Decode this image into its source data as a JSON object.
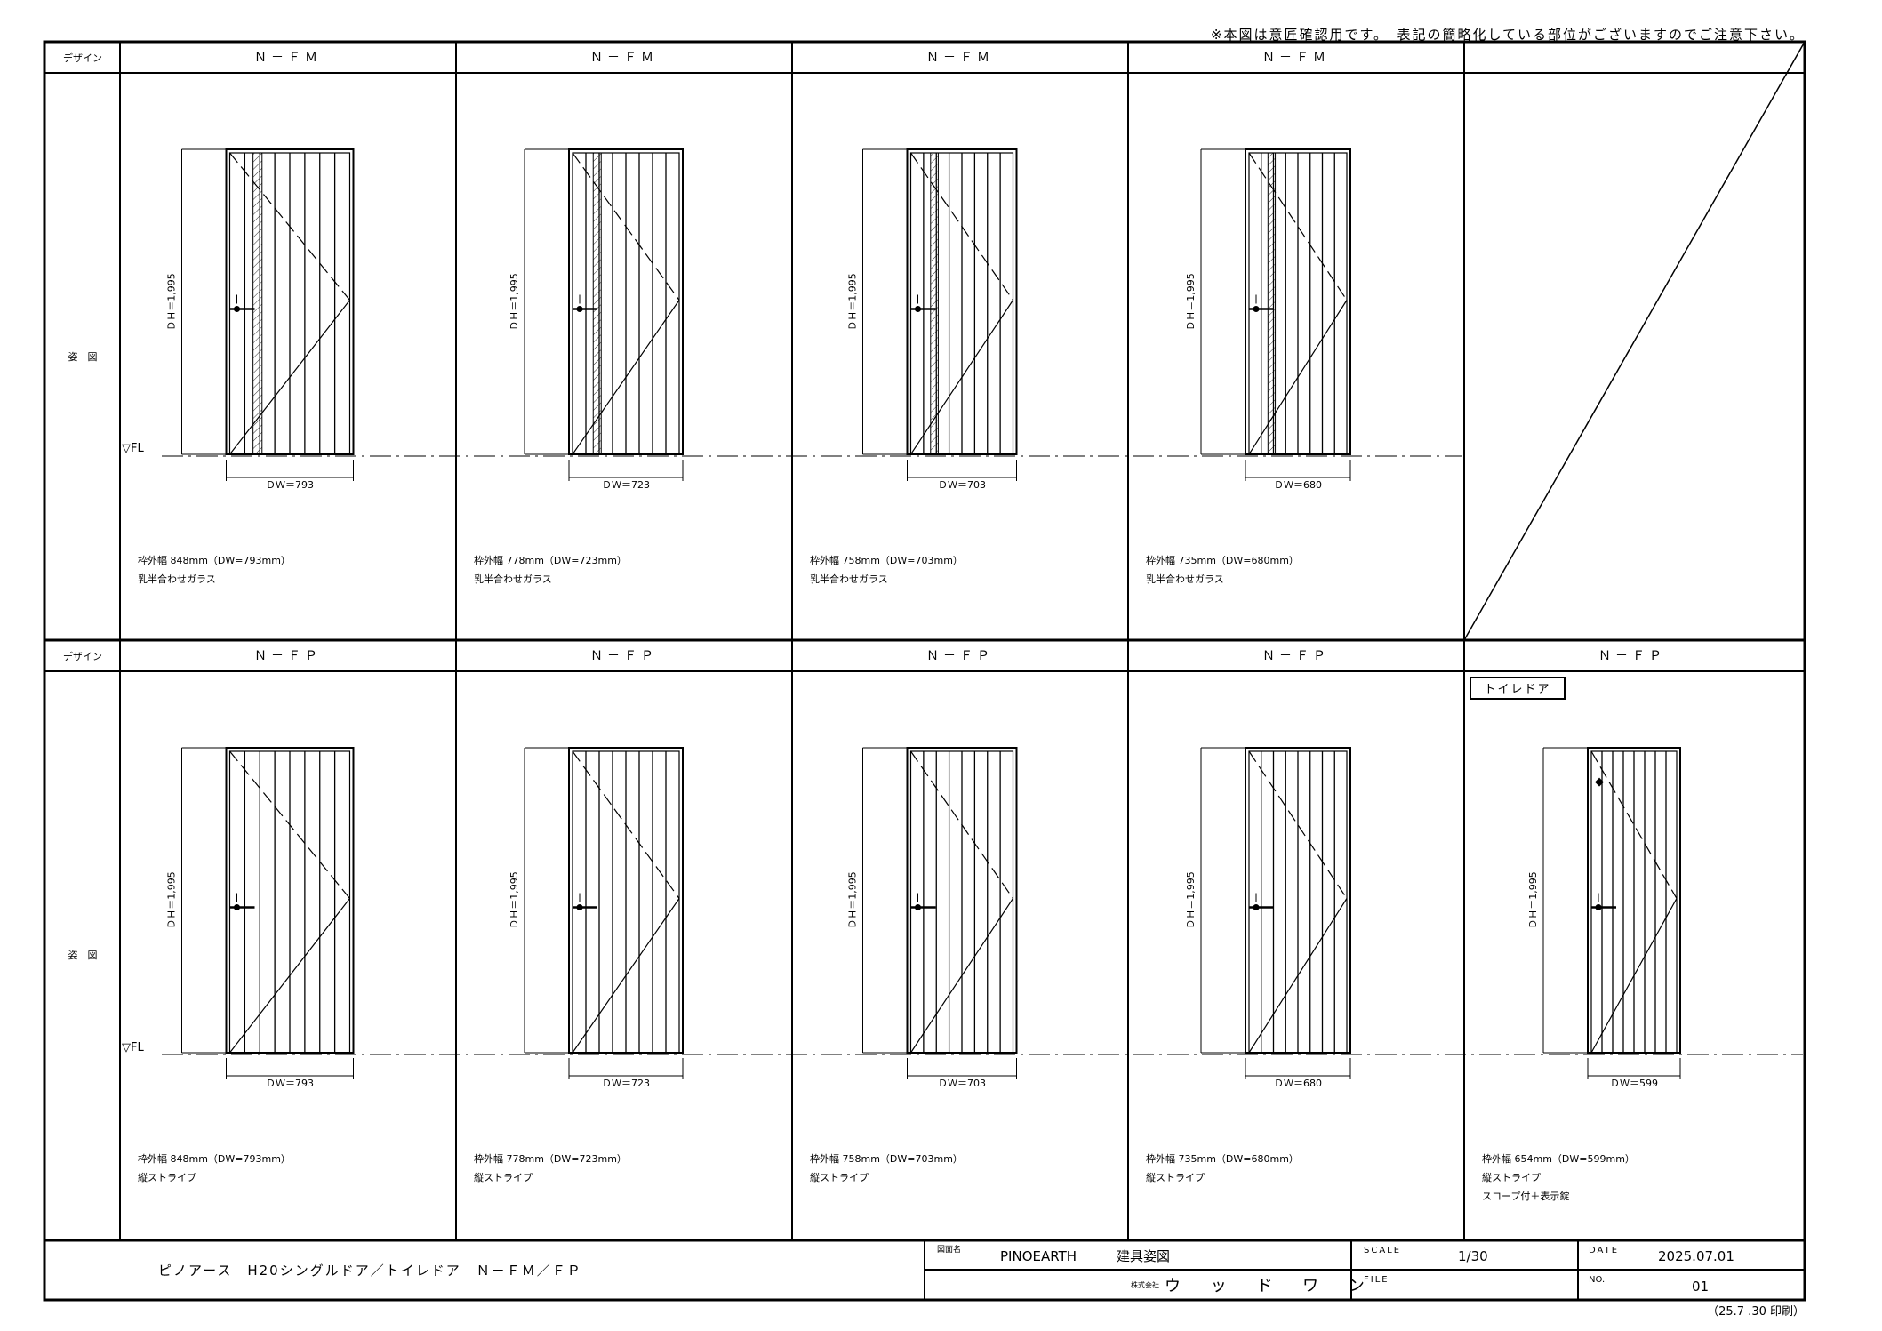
{
  "top_note": "※本図は意匠確認用です。　表記の簡略化している部位がございますのでご注意下さい。",
  "print_note": "（25.7 .30 印刷）",
  "labels": {
    "design": "デザイン",
    "elevation": "姿　図",
    "fl": "▽FL"
  },
  "rows": [
    {
      "cells": [
        {
          "model": "Ｎ－ＦＭ",
          "dh": "ＤＨ＝1,995",
          "dw": "ＤＷ＝793",
          "note1": "枠外幅 848mm（DW=793mm）",
          "note2": "乳半合わせガラス",
          "note3": "",
          "tag": ""
        },
        {
          "model": "Ｎ－ＦＭ",
          "dh": "ＤＨ＝1,995",
          "dw": "ＤＷ＝723",
          "note1": "枠外幅 778mm（DW=723mm）",
          "note2": "乳半合わせガラス",
          "note3": "",
          "tag": ""
        },
        {
          "model": "Ｎ－ＦＭ",
          "dh": "ＤＨ＝1,995",
          "dw": "ＤＷ＝703",
          "note1": "枠外幅 758mm（DW=703mm）",
          "note2": "乳半合わせガラス",
          "note3": "",
          "tag": ""
        },
        {
          "model": "Ｎ－ＦＭ",
          "dh": "ＤＨ＝1,995",
          "dw": "ＤＷ＝680",
          "note1": "枠外幅 735mm（DW=680mm）",
          "note2": "乳半合わせガラス",
          "note3": "",
          "tag": ""
        },
        {
          "model": "",
          "dh": "",
          "dw": "",
          "note1": "",
          "note2": "",
          "note3": "",
          "tag": ""
        }
      ]
    },
    {
      "cells": [
        {
          "model": "Ｎ－ＦＰ",
          "dh": "ＤＨ＝1,995",
          "dw": "ＤＷ＝793",
          "note1": "枠外幅 848mm（DW=793mm）",
          "note2": "縦ストライプ",
          "note3": "",
          "tag": ""
        },
        {
          "model": "Ｎ－ＦＰ",
          "dh": "ＤＨ＝1,995",
          "dw": "ＤＷ＝723",
          "note1": "枠外幅 778mm（DW=723mm）",
          "note2": "縦ストライプ",
          "note3": "",
          "tag": ""
        },
        {
          "model": "Ｎ－ＦＰ",
          "dh": "ＤＨ＝1,995",
          "dw": "ＤＷ＝703",
          "note1": "枠外幅 758mm（DW=703mm）",
          "note2": "縦ストライプ",
          "note3": "",
          "tag": ""
        },
        {
          "model": "Ｎ－ＦＰ",
          "dh": "ＤＨ＝1,995",
          "dw": "ＤＷ＝680",
          "note1": "枠外幅 735mm（DW=680mm）",
          "note2": "縦ストライプ",
          "note3": "",
          "tag": ""
        },
        {
          "model": "Ｎ－ＦＰ",
          "dh": "ＤＨ＝1,995",
          "dw": "ＤＷ＝599",
          "note1": "枠外幅 654mm（DW=599mm）",
          "note2": "縦ストライプ",
          "note3": "スコープ付＋表示錠",
          "tag": "トイレドア"
        }
      ]
    }
  ],
  "title_block": {
    "project": "ピノアース　H20シングルドア／トイレドア　Ｎ－ＦＭ／ＦＰ",
    "drawing_label": "図面名",
    "drawing_name": "PINOEARTH　　　建具姿図",
    "company_prefix": "株式会社",
    "company": "ウ ッ ド ワ ン",
    "scale_label": "SCALE",
    "scale": "1/30",
    "date_label": "DATE",
    "date": "2025.07.01",
    "file_label": "FILE",
    "file": "",
    "no_label": "NO.",
    "no": "01"
  }
}
